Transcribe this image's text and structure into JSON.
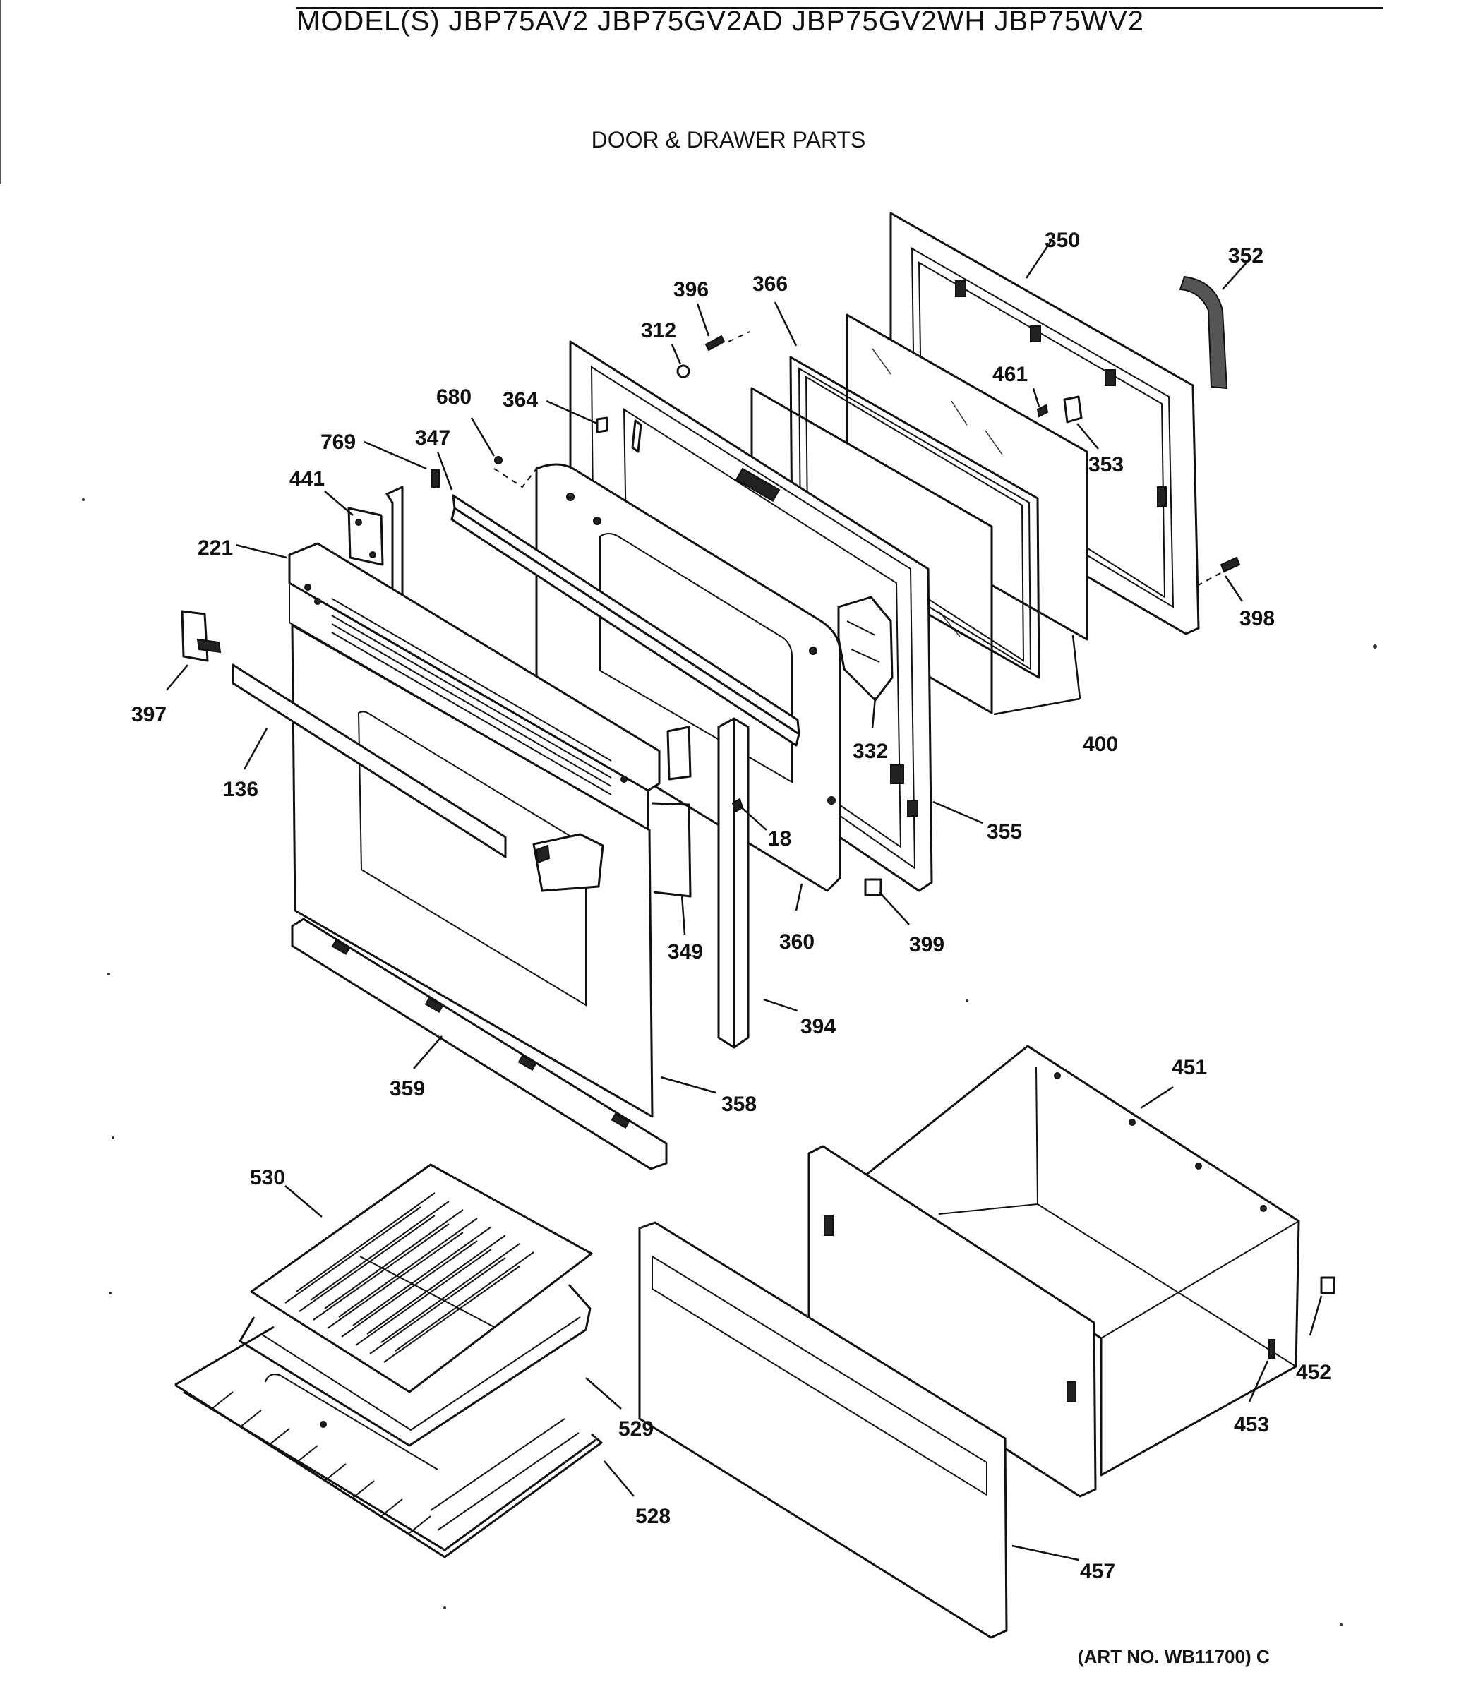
{
  "header": {
    "model_line": "MODEL(S) JBP75AV2  JBP75GV2AD  JBP75GV2WH  JBP75WV2",
    "section_title": "DOOR & DRAWER PARTS"
  },
  "footer": {
    "art_number": "(ART NO. WB11700) C"
  },
  "callouts": {
    "c350": "350",
    "c352": "352",
    "c396": "396",
    "c366": "366",
    "c312": "312",
    "c461": "461",
    "c680": "680",
    "c364": "364",
    "c353": "353",
    "c769": "769",
    "c347": "347",
    "c441": "441",
    "c221": "221",
    "c398": "398",
    "c397": "397",
    "c400": "400",
    "c332": "332",
    "c136": "136",
    "c355": "355",
    "c18": "18",
    "c349": "349",
    "c360": "360",
    "c399": "399",
    "c394": "394",
    "c451": "451",
    "c359": "359",
    "c358": "358",
    "c530": "530",
    "c452": "452",
    "c453": "453",
    "c529": "529",
    "c528": "528",
    "c457": "457"
  }
}
